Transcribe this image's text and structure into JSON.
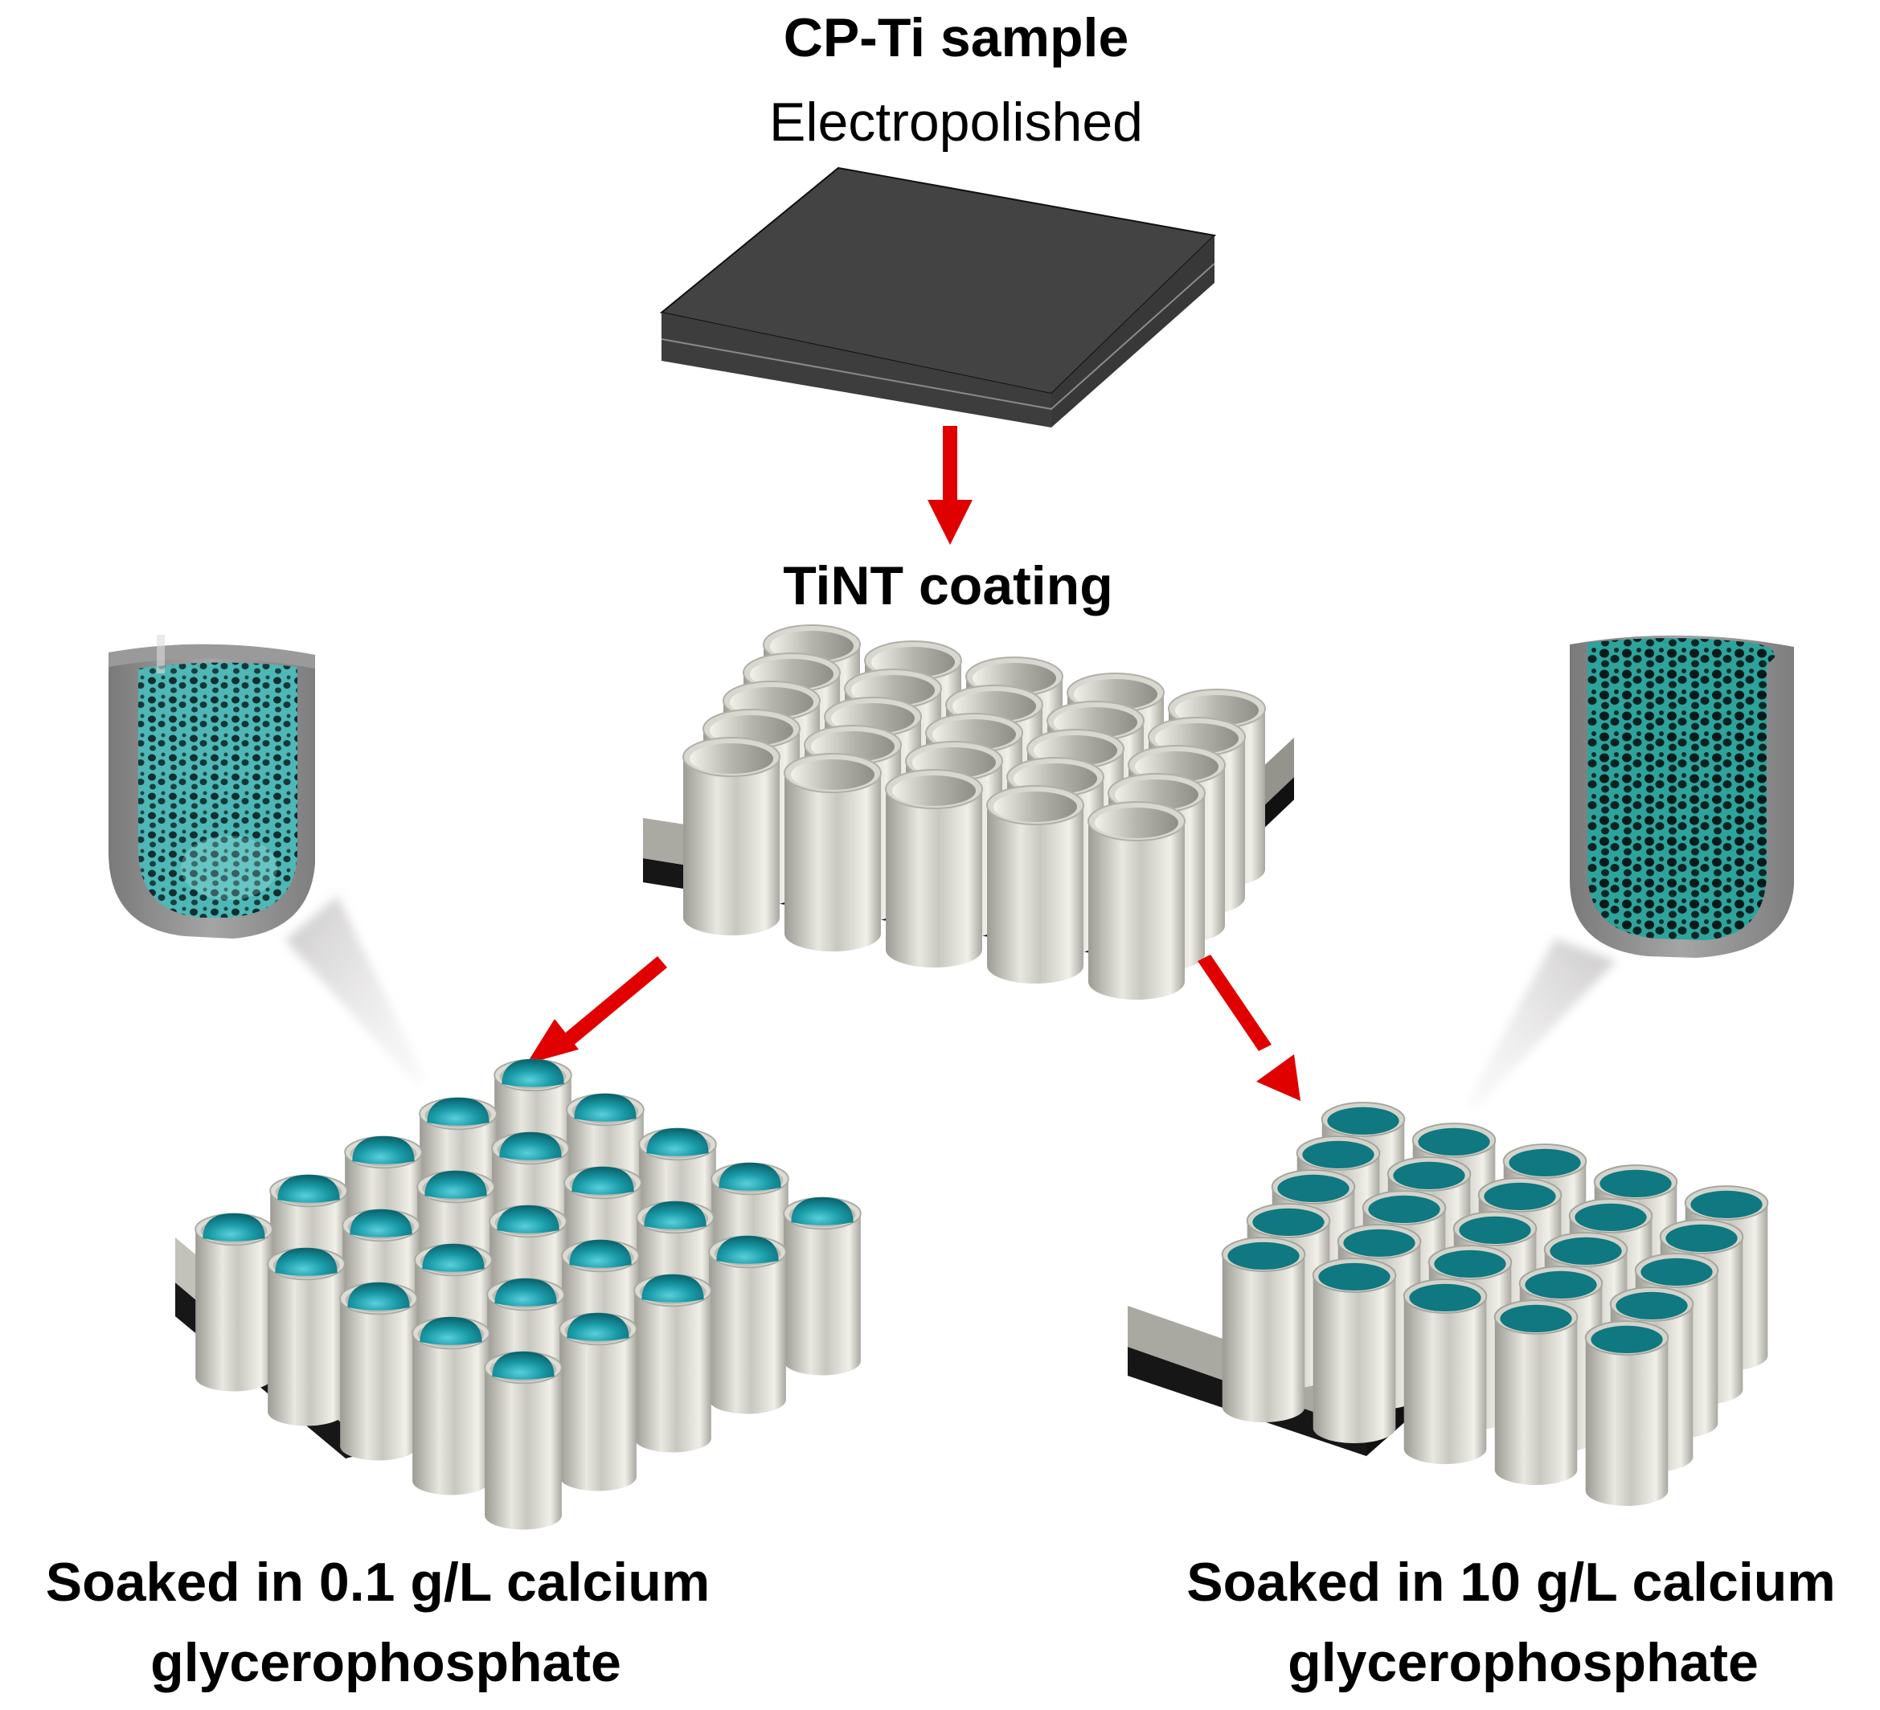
{
  "figure": {
    "top_stage": {
      "title": "CP-Ti sample",
      "subtitle": "Electropolished"
    },
    "middle_stage": {
      "title": "TiNT coating",
      "nanotube_grid": {
        "rows": 5,
        "cols": 5
      }
    },
    "bottom_left_stage": {
      "caption_line1": "Soaked in 0.1 g/L calcium",
      "caption_line2": "glycerophosphate",
      "nanotube_grid": {
        "rows": 5,
        "cols": 5
      },
      "fill_style": "partial-dome"
    },
    "bottom_right_stage": {
      "caption_line1": "Soaked in 10 g/L calcium",
      "caption_line2": "glycerophosphate",
      "nanotube_grid": {
        "rows": 5,
        "cols": 5
      },
      "fill_style": "full"
    },
    "insets": {
      "left": {
        "description": "single nanotube cross-section, porous deposit lining",
        "fill": "partial"
      },
      "right": {
        "description": "single nanotube cross-section, porous deposit filling",
        "fill": "full"
      }
    },
    "colors": {
      "arrow": "#e00000",
      "substrate_dark": "#404040",
      "substrate_black": "#1a1a1a",
      "tube_gray": "#c4c4bc",
      "plate_gray": "#a8a7a0",
      "deposit_teal": "#1e8c96",
      "deposit_teal_dark": "#0d6f78",
      "inset_wall": "#8a8a8a"
    }
  }
}
